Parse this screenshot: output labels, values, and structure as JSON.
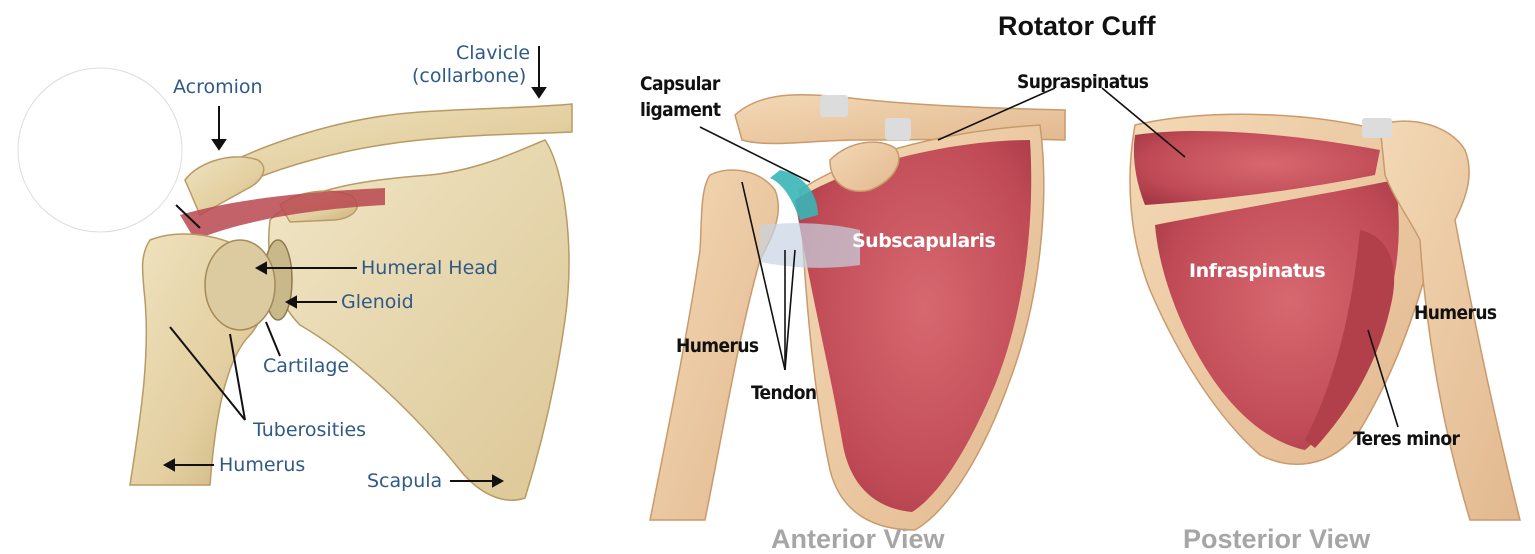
{
  "title": "Rotator Cuff",
  "left_labels": {
    "clavicle_line1": "Clavicle",
    "clavicle_line2": "(collarbone)",
    "acromion": "Acromion",
    "humeral_head": "Humeral Head",
    "glenoid": "Glenoid",
    "cartilage": "Cartilage",
    "tuberosities": "Tuberosities",
    "humerus": "Humerus",
    "scapula": "Scapula"
  },
  "anterior": {
    "capsular_line1": "Capsular",
    "capsular_line2": "ligament",
    "supraspinatus": "Supraspinatus",
    "subscapularis": "Subscapularis",
    "humerus": "Humerus",
    "tendon": "Tendon",
    "caption": "Anterior View"
  },
  "posterior": {
    "infraspinatus": "Infraspinatus",
    "humerus": "Humerus",
    "teres_minor": "Teres minor",
    "caption": "Posterior View"
  },
  "colors": {
    "label_blue": "#2f5a86",
    "bone": "#e8d6ad",
    "muscle": "#c9545e",
    "caption_gray": "#a6a6a6"
  }
}
